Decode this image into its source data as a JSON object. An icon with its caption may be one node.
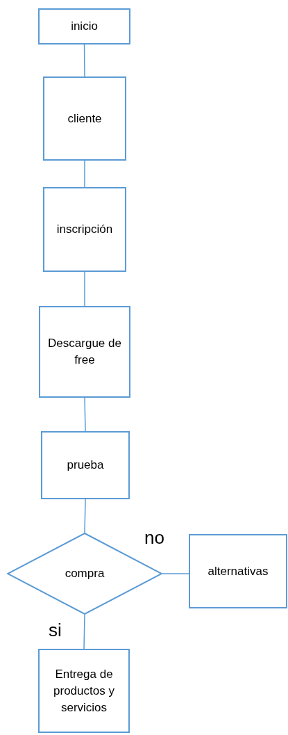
{
  "diagram": {
    "nodes": [
      {
        "text": [
          "inicio"
        ]
      },
      {
        "text": [
          "cliente"
        ]
      },
      {
        "text": [
          "inscripción"
        ]
      },
      {
        "text": [
          "Descargue de free"
        ]
      },
      {
        "text": [
          "prueba"
        ]
      },
      {
        "text": [
          "compra"
        ]
      },
      {
        "text": [
          "alternativas"
        ]
      },
      {
        "text": [
          "Entrega de productos y servicios"
        ]
      }
    ],
    "edges": [
      {
        "from": 0,
        "to": 1,
        "arrow": "none"
      },
      {
        "from": 1,
        "to": 2,
        "arrow": "none"
      },
      {
        "from": 2,
        "to": 3,
        "arrow": "none"
      },
      {
        "from": 3,
        "to": 4,
        "arrow": "none"
      },
      {
        "from": 4,
        "to": 5,
        "arrow": "none"
      },
      {
        "from": 5,
        "to": 6,
        "arrow": "none",
        "label": "no"
      },
      {
        "from": 5,
        "to": 7,
        "arrow": "none",
        "label": "si"
      }
    ]
  }
}
